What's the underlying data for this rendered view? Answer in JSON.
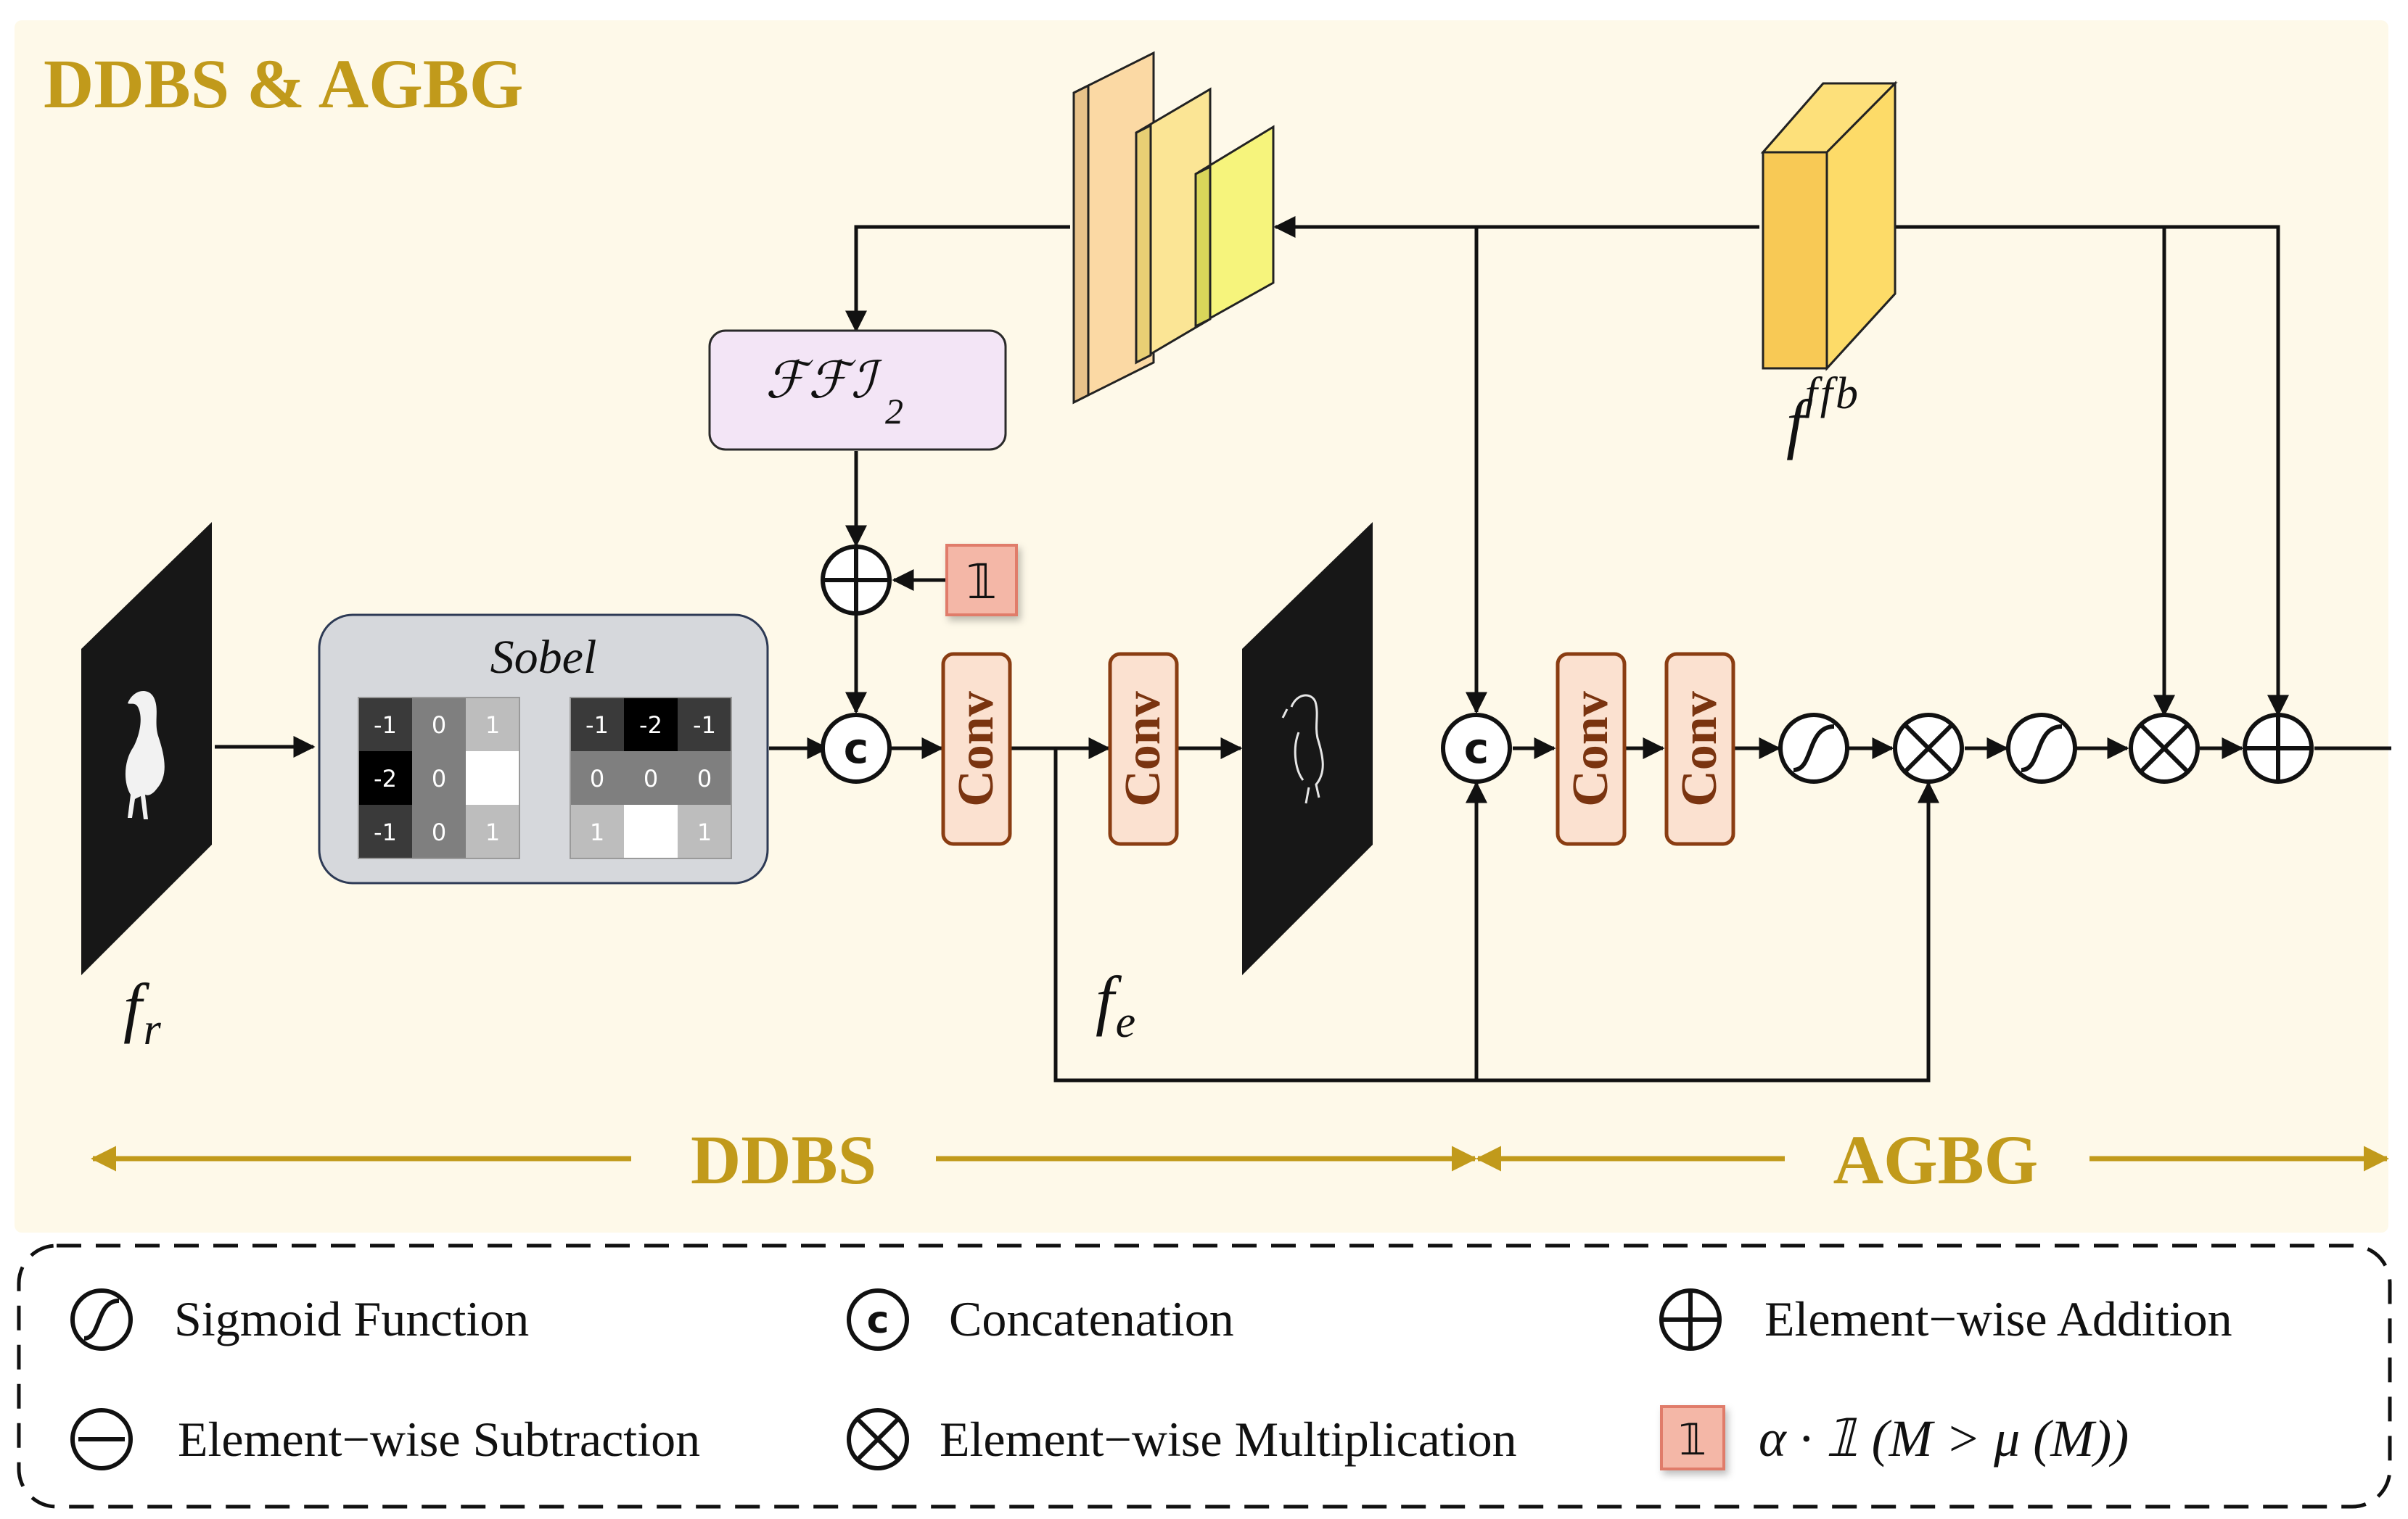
{
  "title": "DDBS & AGBG",
  "section_labels": {
    "ddbs": "DDBS",
    "agbg": "AGBG"
  },
  "sobel": {
    "label": "Sobel",
    "kernel_x": [
      "-1",
      "0",
      "1",
      "-2",
      "0",
      "",
      "-1",
      "0",
      "1"
    ],
    "kernel_y": [
      "-1",
      "-2",
      "-1",
      "0",
      "0",
      "0",
      "1",
      "",
      "1"
    ]
  },
  "fft_label": "ℱℱℐ",
  "fft_subscript": "2",
  "indicator_symbol": "𝟙",
  "conv_label": "Conv",
  "concat_symbol": "c",
  "features": {
    "fr_base": "f",
    "fr_sub": "r",
    "fe_base": "f",
    "fe_sub": "e",
    "fffb_base": "f",
    "fffb_sup": "ffb"
  },
  "legend": {
    "sigmoid": "Sigmoid Function",
    "concat": "Concatenation",
    "add": "Element−wise Addition",
    "subtract": "Element−wise Subtraction",
    "multiply": "Element−wise Multiplication",
    "indicator_formula": "α · 𝟙 (M > μ (M))"
  },
  "colors": {
    "panel_bg": "#fef9e9",
    "gold": "#c19a1b",
    "conv_fill": "#fbe1d0",
    "conv_stroke": "#8a3d12",
    "conv_text": "#7a3410",
    "fft_fill": "#f3e5f6",
    "indicator_fill": "#f4b7a7",
    "indicator_stroke": "#e07b6b"
  }
}
